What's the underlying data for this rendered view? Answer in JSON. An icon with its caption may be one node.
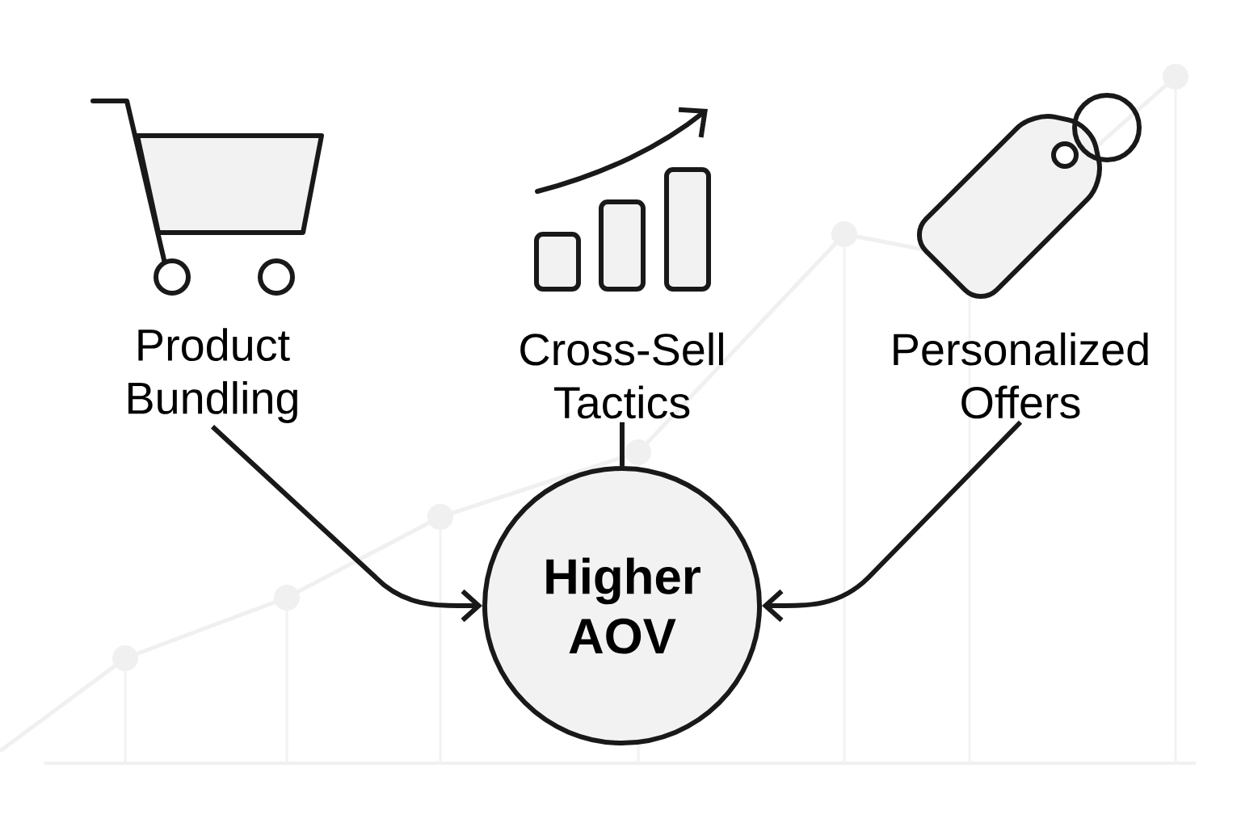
{
  "diagram": {
    "nodes": [
      {
        "text": [
          "Product Bundling"
        ]
      },
      {
        "text": [
          "Cross-Sell Tactics"
        ]
      },
      {
        "text": [
          "Personalized Offers"
        ]
      },
      {
        "text": [
          "Higher AOV"
        ]
      }
    ],
    "edges": [
      {
        "from": 0,
        "to": 3,
        "arrow": "to"
      },
      {
        "from": 1,
        "to": 3,
        "arrow": "none"
      },
      {
        "from": 2,
        "to": 3,
        "arrow": "to"
      }
    ]
  }
}
